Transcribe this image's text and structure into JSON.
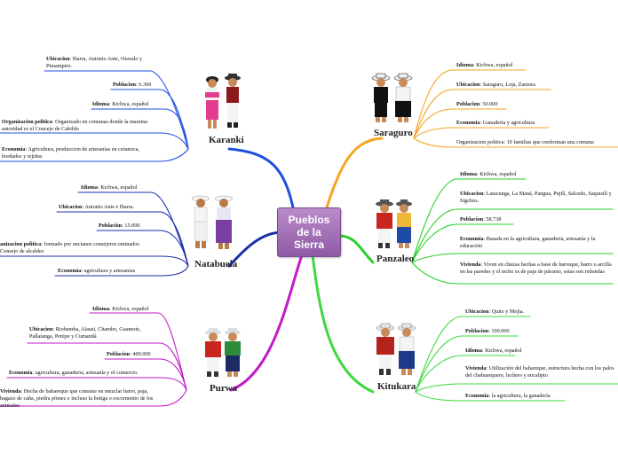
{
  "center": {
    "line1": "Pueblos",
    "line2": "de la",
    "line3": "Sierra"
  },
  "colors": {
    "center": "#9b6bb5",
    "karanki": "#1f4fe0",
    "natabuela": "#1a2fa8",
    "purwa": "#c21ac9",
    "saraguro": "#f5a623",
    "panzaleo": "#27d22a",
    "kitukara": "#3fd83f"
  },
  "karanki": {
    "title": "Karanki",
    "icon": "people-illustration",
    "items": [
      {
        "key": "Ubicacion",
        "sep": ":  ",
        "value": "Ibarra, Antonio Ante, Otavalo y Pimampiro."
      },
      {
        "key": "Poblacion",
        "sep": ": ",
        "value": "6.360"
      },
      {
        "key": "Idioma",
        "sep": ": ",
        "value": "Kichwa, español"
      },
      {
        "key": "Organizacion politica",
        "sep": ": ",
        "value": "Organizado en comunas donde la maxima autoridad es el Concejo de Cabildo"
      },
      {
        "key": "Economia",
        "sep": ": ",
        "value": "Agricultura, produccion de artesanías en ceramica, bordados y tejidos"
      }
    ]
  },
  "natabuela": {
    "title": "Natabuela",
    "icon": "people-illustration",
    "items": [
      {
        "key": "Idioma",
        "sep": ": ",
        "value": "Kichwa, español"
      },
      {
        "key": "Ubicacion",
        "sep": ": ",
        "value": "Antonio Ante e Ibarra."
      },
      {
        "key": "Población",
        "sep": ": ",
        "value": "15.000"
      },
      {
        "key": "anizacion politica",
        "sep": ": ",
        "value": "formado por ancianos consejeros ominados Consejo de alcaldes"
      },
      {
        "key": "Economía",
        "sep": ": ",
        "value": "agricultura y artesanías"
      }
    ]
  },
  "purwa": {
    "title": "Purwa",
    "icon": "people-illustration",
    "items": [
      {
        "key": "Idioma",
        "sep": ": ",
        "value": "Kichwa, español"
      },
      {
        "key": "Ubicacion",
        "sep": ": ",
        "value": "Riobamba, Alausi, Chambo, Guamote, Pallatanga, Penipe y Cumandá"
      },
      {
        "key": "Poblacion",
        "sep": ": ",
        "value": "400.000"
      },
      {
        "key": "Economia",
        "sep": ": ",
        "value": "agricultura, ganaderia, artesanía y el comercio."
      },
      {
        "key": "Vivienda",
        "sep": ": ",
        "value": "Hecha de bahareque que consiste en mezclar barro, paja, bagazo de caña, piedra pómez e incluso la botiga o excremento de los animales"
      }
    ]
  },
  "saraguro": {
    "title": "Saraguro",
    "icon": "people-illustration",
    "items": [
      {
        "key": "Idioma",
        "sep": ": ",
        "value": "Kichwa, español"
      },
      {
        "key": "Ubicacion",
        "sep": ": ",
        "value": "Saraguro, Loja, Zamora"
      },
      {
        "key": "Poblacion",
        "sep": ": ",
        "value": "50.000"
      },
      {
        "key": "Economia",
        "sep": ": ",
        "value": "Ganadería y agricultura"
      },
      {
        "key": "",
        "sep": "",
        "value": "Organizacion politica: 10 familias que conforman una comuna"
      }
    ]
  },
  "panzaleo": {
    "title": "Panzaleo",
    "icon": "people-illustration",
    "items": [
      {
        "key": "Idioma",
        "sep": ": ",
        "value": "Kichwa, español"
      },
      {
        "key": "Ubicacion",
        "sep": ": ",
        "value": "Latacunga, La Maná, Pangua, Pujilí, Salcedo, Saquisilí y Sigchos."
      },
      {
        "key": "Poblacion",
        "sep": ": ",
        "value": "58.738"
      },
      {
        "key": "Economia",
        "sep": ": ",
        "value": "Basada en la agricultura, ganadería, artesanía y la educación"
      },
      {
        "key": "Vivienda",
        "sep": ": ",
        "value": "Viven en chuzas  hechas a base de barreque, barro o arcilla en las paredes y el techo es de paja de páramo, estas son redondas"
      }
    ]
  },
  "kitukara": {
    "title": "Kitukara",
    "icon": "people-illustration",
    "items": [
      {
        "key": "Ubicacion",
        "sep": ": ",
        "value": "Quito y Mejía."
      },
      {
        "key": "Poblacion",
        "sep": ": ",
        "value": "100.000"
      },
      {
        "key": "Idioma",
        "sep": ": ",
        "value": "Kichwa, español"
      },
      {
        "key": "Vivienda",
        "sep": ": ",
        "value": "Utilización del bahareque,  estructura hecha con los palos del chahuarquero, lechero y eucalipto"
      },
      {
        "key": "Economia",
        "sep": ": ",
        "value": "la agricultura, la ganadería"
      }
    ]
  }
}
